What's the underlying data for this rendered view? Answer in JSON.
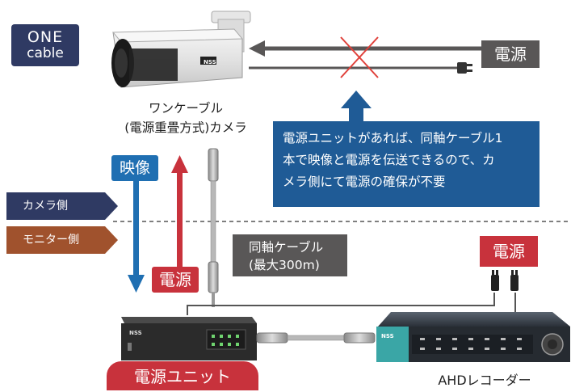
{
  "logo": {
    "line1": "ONE",
    "line2": "cable"
  },
  "camera": {
    "caption_line1": "ワンケーブル",
    "caption_line2": "(電源重畳方式)カメラ",
    "brand": "NSS"
  },
  "power_top": {
    "label": "電源"
  },
  "note": {
    "line1": "電源ユニットがあれば、同軸ケーブル1",
    "line2": "本で映像と電源を伝送できるので、カ",
    "line3": "メラ側にて電源の確保が不要"
  },
  "sides": {
    "camera_side": "カメラ側",
    "monitor_side": "モニター側"
  },
  "signals": {
    "video": "映像",
    "power": "電源"
  },
  "coax": {
    "line1": "同軸ケーブル",
    "line2": "(最大300m)"
  },
  "power_right": {
    "label": "電源"
  },
  "psu": {
    "label": "電源ユニット",
    "brand": "NSS"
  },
  "recorder": {
    "label": "AHDレコーダー",
    "brand": "NSS"
  },
  "colors": {
    "navy": "#2f3a63",
    "blue": "#1f5b96",
    "video_blue": "#1f6fb2",
    "red": "#c8323c",
    "gray": "#595757",
    "brown": "#a0522d"
  }
}
